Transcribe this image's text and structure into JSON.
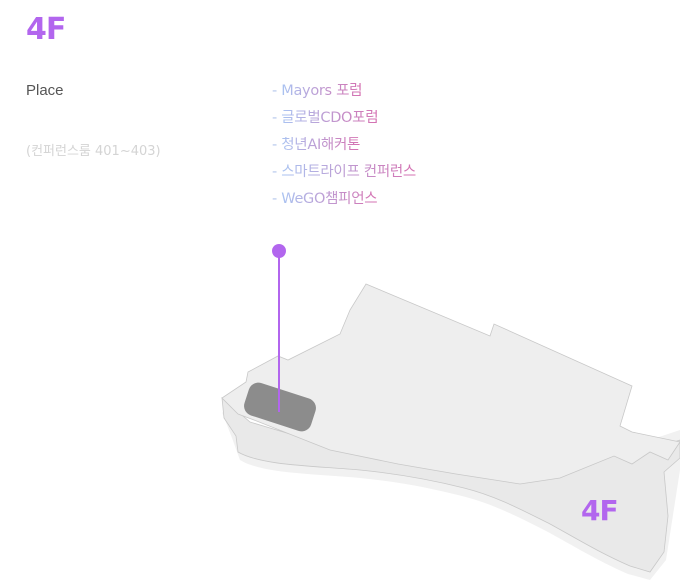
{
  "header": {
    "floor_title": "4F"
  },
  "info": {
    "place_label": "Place",
    "room_label": "(컨퍼런스룸 401~403)"
  },
  "events": [
    {
      "dash": "- ",
      "label": "Mayors 포럼"
    },
    {
      "dash": "- ",
      "label": "글로벌CDO포럼"
    },
    {
      "dash": "- ",
      "label": "청년AI해커톤"
    },
    {
      "dash": "- ",
      "label": "스마트라이프 컨퍼런스"
    },
    {
      "dash": "- ",
      "label": "WeGO챔피언스"
    }
  ],
  "map": {
    "floor_label": "4F",
    "accent_color": "#b266ee",
    "highlight_color": "#8c8c8c",
    "floor_color": "#eeeeee",
    "base_color": "#f1f1f1",
    "edge_color": "#c8c8c8"
  }
}
